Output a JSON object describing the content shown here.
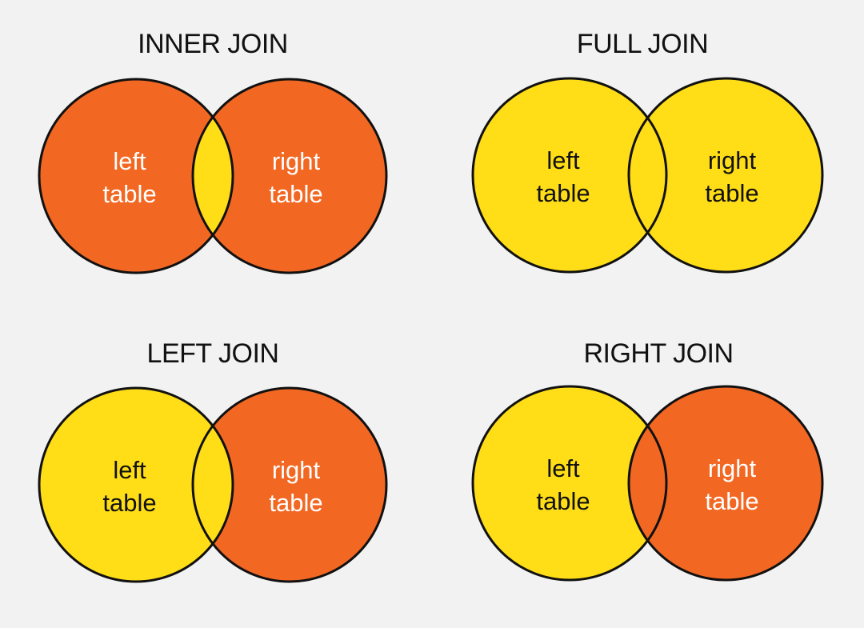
{
  "colors": {
    "background": "#f2f2f2",
    "excluded": "#f26722",
    "included": "#ffdd17",
    "outline": "#111111",
    "text_on_excluded": "#ffffff",
    "text_on_included": "#111111"
  },
  "diagrams": [
    {
      "title": "INNER JOIN",
      "left_label": [
        "left",
        "table"
      ],
      "right_label": [
        "right",
        "table"
      ],
      "fill": {
        "left_only": "excluded",
        "overlap": "included",
        "right_only": "excluded"
      }
    },
    {
      "title": "FULL JOIN",
      "left_label": [
        "left",
        "table"
      ],
      "right_label": [
        "right",
        "table"
      ],
      "fill": {
        "left_only": "included",
        "overlap": "included",
        "right_only": "included"
      }
    },
    {
      "title": "LEFT JOIN",
      "left_label": [
        "left",
        "table"
      ],
      "right_label": [
        "right",
        "table"
      ],
      "fill": {
        "left_only": "included",
        "overlap": "included",
        "right_only": "excluded"
      }
    },
    {
      "title": "RIGHT JOIN",
      "left_label": [
        "left",
        "table"
      ],
      "right_label": [
        "right",
        "table"
      ],
      "fill": {
        "left_only": "included",
        "overlap": "excluded",
        "right_only": "excluded"
      }
    }
  ]
}
